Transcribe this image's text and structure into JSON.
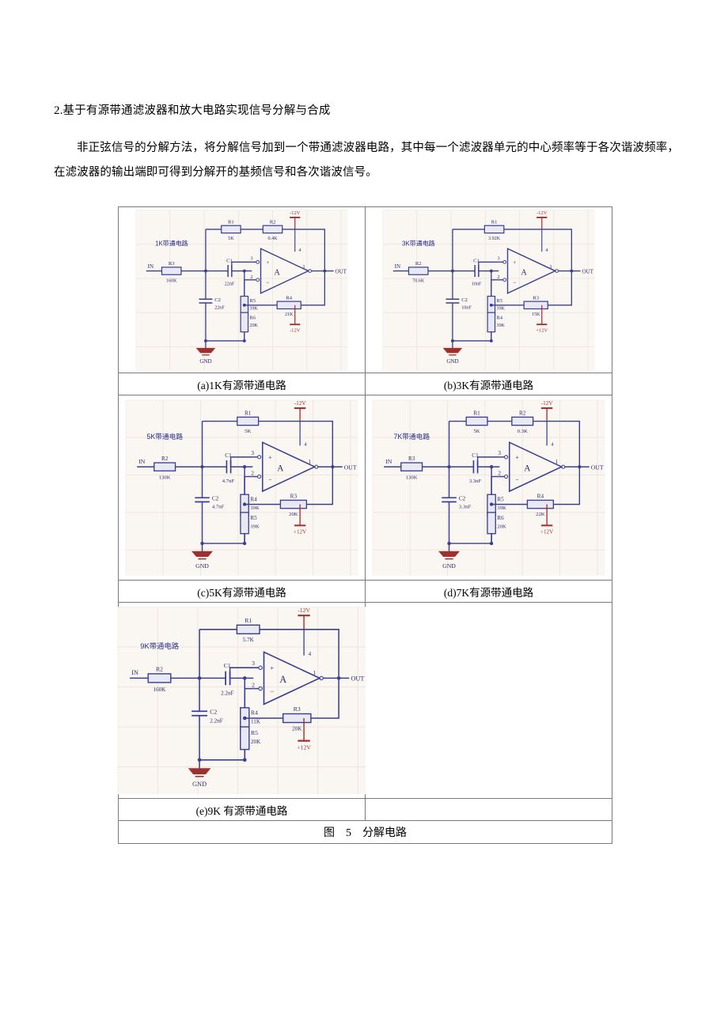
{
  "document": {
    "heading_number": "2",
    "heading_text": ".基于有源带通滤波器和放大电路实现信号分解与合成",
    "paragraph": "非正弦信号的分解方法，将分解信号加到一个带通滤波器电路，其中每一个滤波器单元的中心频率等于各次谐波频率，在滤波器的输出端即可得到分解开的基频信号和各次谐波信号。"
  },
  "figure": {
    "total_caption_label": "图",
    "total_caption_number": "5",
    "total_caption_text": "分解电路",
    "cells": [
      {
        "caption": "(a)1K有源带通电路",
        "title": "1K带通电路",
        "in_label": "IN",
        "out_label": "OUT",
        "gnd_label": "GND",
        "vpos_label": "-12V",
        "vneg_label": "-12V",
        "opamp_label": "A",
        "pin_plus": "3",
        "pin_minus": "2",
        "pin_out": "1",
        "pin_vcc": "4",
        "components": [
          {
            "ref": "R1",
            "value": "5K"
          },
          {
            "ref": "R2",
            "value": "0.4K"
          },
          {
            "ref": "R3",
            "value": "160K"
          },
          {
            "ref": "C1",
            "value": "22nF"
          },
          {
            "ref": "C2",
            "value": "22nF"
          },
          {
            "ref": "R5",
            "value": "39K"
          },
          {
            "ref": "R6",
            "value": "20K"
          },
          {
            "ref": "R4",
            "value": "21K"
          }
        ]
      },
      {
        "caption": "(b)3K有源带通电路",
        "title": "3K带通电路",
        "in_label": "IN",
        "out_label": "OUT",
        "gnd_label": "GND",
        "vpos_label": "-12V",
        "vneg_label": "+12V",
        "opamp_label": "A",
        "pin_plus": "3",
        "pin_minus": "2",
        "pin_out": "1",
        "pin_vcc": "4",
        "components": [
          {
            "ref": "R1",
            "value": "3.92K"
          },
          {
            "ref": "R2",
            "value": "70.6K"
          },
          {
            "ref": "C1",
            "value": "10nF"
          },
          {
            "ref": "C2",
            "value": "10nF"
          },
          {
            "ref": "R5",
            "value": "39K"
          },
          {
            "ref": "R4",
            "value": "39K"
          },
          {
            "ref": "R3",
            "value": "15K"
          }
        ]
      },
      {
        "caption": "(c)5K有源带通电路",
        "title": "5K带通电路",
        "in_label": "IN",
        "out_label": "OUT",
        "gnd_label": "GND",
        "vpos_label": "-12V",
        "vneg_label": "+12V",
        "opamp_label": "A",
        "pin_plus": "3",
        "pin_minus": "2",
        "pin_out": "1",
        "pin_vcc": "4",
        "components": [
          {
            "ref": "R1",
            "value": "5K"
          },
          {
            "ref": "R2",
            "value": "130K"
          },
          {
            "ref": "C1",
            "value": "4.7nF"
          },
          {
            "ref": "C2",
            "value": "4.7nF"
          },
          {
            "ref": "R4",
            "value": "39K"
          },
          {
            "ref": "R5",
            "value": "39K"
          },
          {
            "ref": "R3",
            "value": "20K"
          }
        ]
      },
      {
        "caption": "(d)7K有源带通电路",
        "title": "7K带通电路",
        "in_label": "IN",
        "out_label": "OUT",
        "gnd_label": "GND",
        "vpos_label": "-12V",
        "vneg_label": "+12V",
        "opamp_label": "A",
        "pin_plus": "3",
        "pin_minus": "2",
        "pin_out": "1",
        "pin_vcc": "4",
        "components": [
          {
            "ref": "R1",
            "value": "5K"
          },
          {
            "ref": "R2",
            "value": "0.3K"
          },
          {
            "ref": "R3",
            "value": "130K"
          },
          {
            "ref": "C1",
            "value": "3.3nF"
          },
          {
            "ref": "C2",
            "value": "3.3nF"
          },
          {
            "ref": "R5",
            "value": "39K"
          },
          {
            "ref": "R6",
            "value": "20K"
          },
          {
            "ref": "R4",
            "value": "22K"
          }
        ]
      },
      {
        "caption": "(e)9K 有源带通电路",
        "title": "9K带通电路",
        "in_label": "IN",
        "out_label": "OUT",
        "gnd_label": "GND",
        "vpos_label": "-12V",
        "vneg_label": "+12V",
        "opamp_label": "A",
        "pin_plus": "3",
        "pin_minus": "2",
        "pin_out": "1",
        "pin_vcc": "4",
        "components": [
          {
            "ref": "R1",
            "value": "5.7K"
          },
          {
            "ref": "R2",
            "value": "160K"
          },
          {
            "ref": "C1",
            "value": "2.2nF"
          },
          {
            "ref": "C2",
            "value": "2.2nF"
          },
          {
            "ref": "R4",
            "value": "11K"
          },
          {
            "ref": "R5",
            "value": "20K"
          },
          {
            "ref": "R3",
            "value": "20K"
          }
        ]
      }
    ]
  },
  "colors": {
    "wire": "#3b3f8f",
    "label": "#2a2a6a",
    "power": "#a03030",
    "title": "#2a2a8a",
    "background": "#faf7f2",
    "border": "#7a7a7a"
  }
}
